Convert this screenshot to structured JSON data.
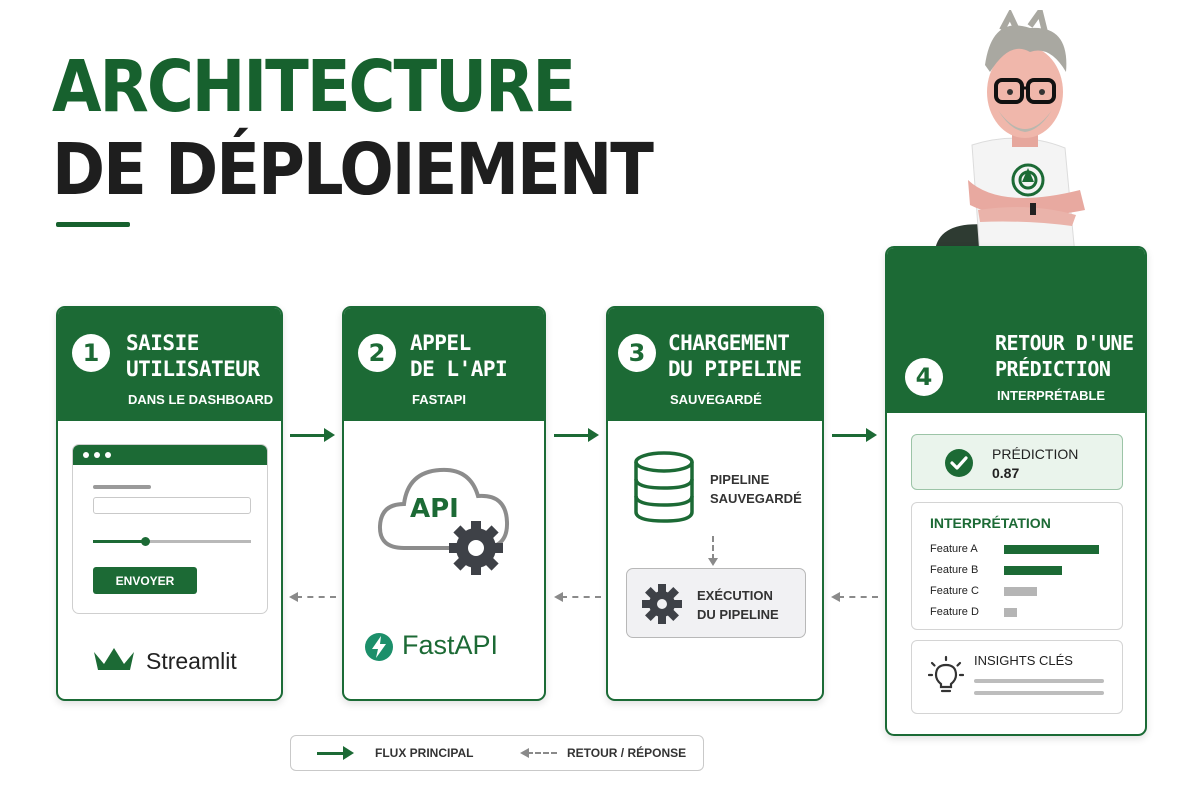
{
  "title": {
    "line1": "ARCHITECTURE",
    "line2": "DE DÉPLOIEMENT"
  },
  "steps": [
    {
      "num": "1",
      "title_line1": "SAISIE",
      "title_line2": "UTILISATEUR",
      "subtitle": "DANS LE DASHBOARD",
      "form_button": "ENVOYER",
      "logo": "Streamlit"
    },
    {
      "num": "2",
      "title_line1": "APPEL",
      "title_line2": "DE L'API",
      "subtitle": "FASTAPI",
      "cloud_label": "API",
      "logo": "FastAPI"
    },
    {
      "num": "3",
      "title_line1": "CHARGEMENT",
      "title_line2": "DU PIPELINE",
      "subtitle": "SAUVEGARDÉ",
      "db_line1": "PIPELINE",
      "db_line2": "SAUVEGARDÉ",
      "exec_line1": "EXÉCUTION",
      "exec_line2": "DU PIPELINE"
    },
    {
      "num": "4",
      "title_line1": "RETOUR D'UNE",
      "title_line2": "PRÉDICTION",
      "subtitle": "INTERPRÉTABLE",
      "prediction_label": "PRÉDICTION",
      "prediction_value": "0.87",
      "interpretation_title": "INTERPRÉTATION",
      "features": [
        {
          "name": "Feature A",
          "importance": 0.95,
          "color": "#1c6a35"
        },
        {
          "name": "Feature B",
          "importance": 0.58,
          "color": "#1c6a35"
        },
        {
          "name": "Feature C",
          "importance": 0.33,
          "color": "#b5b5b5"
        },
        {
          "name": "Feature D",
          "importance": 0.13,
          "color": "#b5b5b5"
        }
      ],
      "insights_title": "INSIGHTS CLÉS"
    }
  ],
  "legend": {
    "main_flow": "FLUX PRINCIPAL",
    "return_flow": "RETOUR / RÉPONSE"
  },
  "colors": {
    "primary": "#1c6a35",
    "secondary": "#8a8a8a"
  }
}
